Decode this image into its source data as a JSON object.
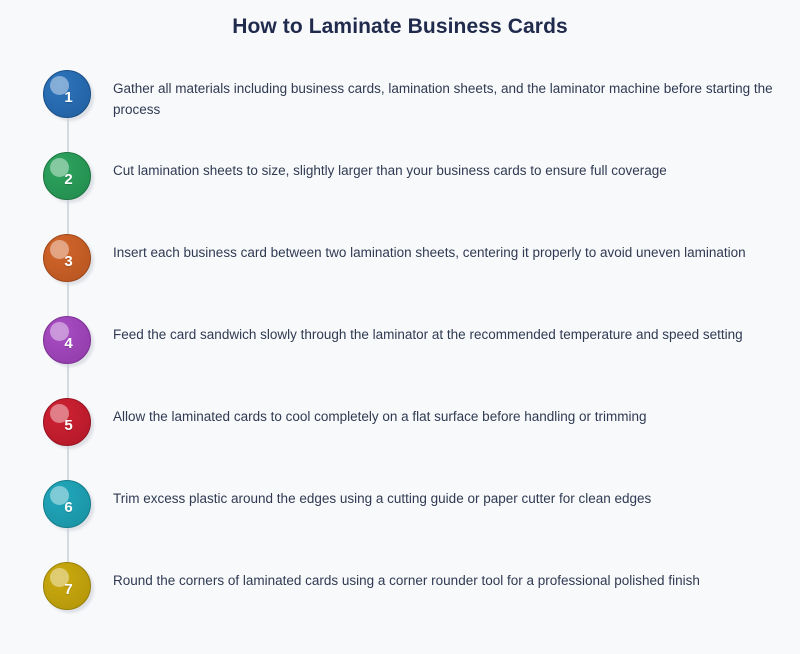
{
  "page": {
    "title": "How to Laminate Business Cards",
    "background_color": "#f8f9fb",
    "title_color": "#1f2a4d",
    "text_color": "#2f3a52",
    "connector_color": "#d5d9e0"
  },
  "steps": [
    {
      "number": "1",
      "text": "Gather all materials including business cards, lamination sheets, and the laminator machine before starting the process",
      "color": "#2e75bd",
      "color_dark": "#1f5e9e",
      "border_color": "#1a4f86"
    },
    {
      "number": "2",
      "text": "Cut lamination sheets to size, slightly larger than your business cards to ensure full coverage",
      "color": "#2fa560",
      "color_dark": "#21894c",
      "border_color": "#1b7540"
    },
    {
      "number": "3",
      "text": "Insert each business card between two lamination sheets, centering it properly to avoid uneven lamination",
      "color": "#d2662a",
      "color_dark": "#b55321",
      "border_color": "#9c461b"
    },
    {
      "number": "4",
      "text": "Feed the card sandwich slowly through the laminator at the recommended temperature and speed setting",
      "color": "#a84ec4",
      "color_dark": "#8f3aa8",
      "border_color": "#7c3192"
    },
    {
      "number": "5",
      "text": "Allow the laminated cards to cool completely on a flat surface before handling or trimming",
      "color": "#cf2233",
      "color_dark": "#b01828",
      "border_color": "#971321"
    },
    {
      "number": "6",
      "text": "Trim excess plastic around the edges using a cutting guide or paper cutter for clean edges",
      "color": "#22a8bd",
      "color_dark": "#18909f",
      "border_color": "#137b8a"
    },
    {
      "number": "7",
      "text": "Round the corners of laminated cards using a corner rounder tool for a professional polished finish",
      "color": "#ccab0e",
      "color_dark": "#b0930a",
      "border_color": "#988008"
    }
  ]
}
